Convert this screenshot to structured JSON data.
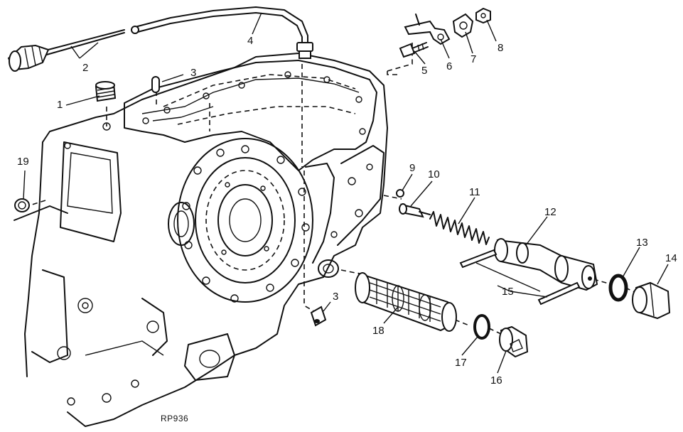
{
  "figure_code": "RP936",
  "callouts": [
    {
      "id": "c1",
      "text": "1"
    },
    {
      "id": "c2",
      "text": "2"
    },
    {
      "id": "c3a",
      "text": "3"
    },
    {
      "id": "c3b",
      "text": "3"
    },
    {
      "id": "c4",
      "text": "4"
    },
    {
      "id": "c5",
      "text": "5"
    },
    {
      "id": "c6",
      "text": "6"
    },
    {
      "id": "c7",
      "text": "7"
    },
    {
      "id": "c8",
      "text": "8"
    },
    {
      "id": "c9",
      "text": "9"
    },
    {
      "id": "c10",
      "text": "10"
    },
    {
      "id": "c11",
      "text": "11"
    },
    {
      "id": "c12",
      "text": "12"
    },
    {
      "id": "c13",
      "text": "13"
    },
    {
      "id": "c14",
      "text": "14"
    },
    {
      "id": "c15",
      "text": "15"
    },
    {
      "id": "c16",
      "text": "16"
    },
    {
      "id": "c17",
      "text": "17"
    },
    {
      "id": "c18",
      "text": "18"
    },
    {
      "id": "c19",
      "text": "19"
    }
  ]
}
